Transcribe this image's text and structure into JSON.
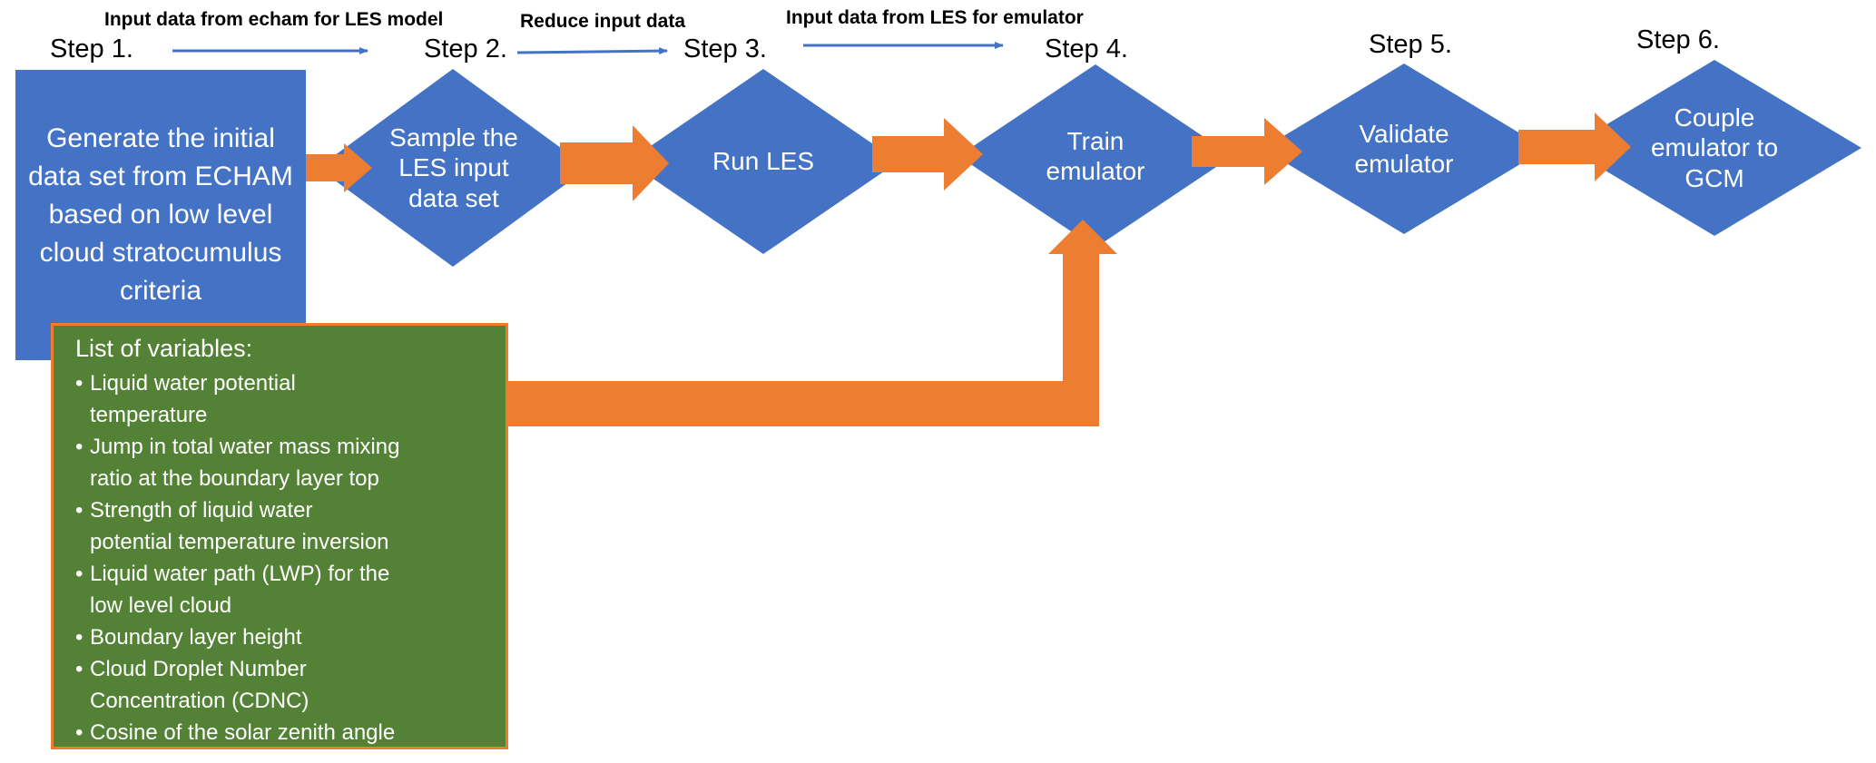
{
  "colors": {
    "node_fill": "#4472c4",
    "arrow_fill": "#ed7d31",
    "variables_fill": "#538135",
    "variables_border": "#ed7d31",
    "thin_arrow": "#4472c4"
  },
  "steps": [
    {
      "label": "Step 1.",
      "text": "Generate the initial data set from ECHAM based on low level cloud stratocumulus criteria"
    },
    {
      "label": "Step 2.",
      "text": "Sample the LES input data set"
    },
    {
      "label": "Step 3.",
      "text": "Run LES"
    },
    {
      "label": "Step 4.",
      "text": "Train emulator"
    },
    {
      "label": "Step 5.",
      "text": "Validate emulator"
    },
    {
      "label": "Step 6.",
      "text": "Couple emulator to GCM"
    }
  ],
  "flow_labels": [
    "Input data from echam  for LES model",
    "Reduce input data",
    "Input data from LES  for emulator"
  ],
  "variables": {
    "title": "List of variables:",
    "items": [
      "Liquid water potential\ntemperature",
      "Jump in total water mass mixing\nratio at the boundary layer top",
      "Strength of liquid water\npotential temperature inversion",
      "Liquid water path (LWP) for the\nlow level cloud",
      "Boundary layer height",
      "Cloud Droplet Number\nConcentration (CDNC)",
      "Cosine of the solar zenith angle"
    ]
  }
}
